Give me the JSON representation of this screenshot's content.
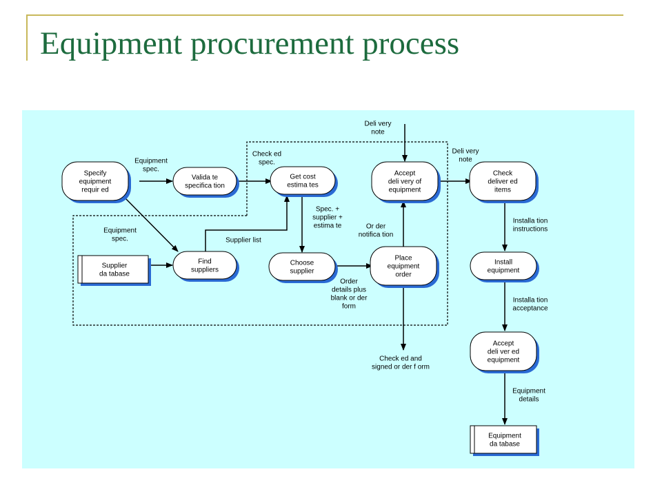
{
  "title": "Equipment procurement process",
  "colors": {
    "title": "#1d6b3e",
    "frame": "#c8b85a",
    "diagram_bg": "#ccffff",
    "node_fill": "#ffffff",
    "node_shadow": "#2a6ad4"
  },
  "processes": [
    {
      "id": "specify",
      "lines": [
        "Specify",
        "equipment",
        "requir ed"
      ]
    },
    {
      "id": "validate",
      "lines": [
        "Valida te",
        "specifica tion"
      ]
    },
    {
      "id": "get-cost",
      "lines": [
        "Get cost",
        "estima tes"
      ]
    },
    {
      "id": "accept-delivery",
      "lines": [
        "Accept",
        "deli very of",
        "equipment"
      ]
    },
    {
      "id": "check",
      "lines": [
        "Check",
        "deliver ed",
        "items"
      ]
    },
    {
      "id": "find",
      "lines": [
        "Find",
        "suppliers"
      ]
    },
    {
      "id": "choose",
      "lines": [
        "Choose",
        "supplier"
      ]
    },
    {
      "id": "place",
      "lines": [
        "Place",
        "equipment",
        "order"
      ]
    },
    {
      "id": "install",
      "lines": [
        "Install",
        "equipment"
      ]
    },
    {
      "id": "accept-delivered",
      "lines": [
        "Accept",
        "deli ver ed",
        "equipment"
      ]
    }
  ],
  "stores": [
    {
      "id": "supplier-db",
      "lines": [
        "Supplier",
        "da tabase"
      ]
    },
    {
      "id": "equipment-db",
      "lines": [
        "Equipment",
        "da tabase"
      ]
    }
  ],
  "flow_labels": [
    {
      "id": "equipment-spec-1",
      "lines": [
        "Equipment",
        "spec."
      ]
    },
    {
      "id": "checked-spec",
      "lines": [
        "Check ed",
        "spec."
      ]
    },
    {
      "id": "delivery-note-top",
      "lines": [
        "Deli very",
        "note"
      ]
    },
    {
      "id": "delivery-note-right",
      "lines": [
        "Deli very",
        "note"
      ]
    },
    {
      "id": "equipment-spec-2",
      "lines": [
        "Equipment",
        "spec."
      ]
    },
    {
      "id": "supplier-list",
      "lines": [
        "Supplier list"
      ]
    },
    {
      "id": "spec-supplier-estimate",
      "lines": [
        "Spec. +",
        "supplier +",
        "estima te"
      ]
    },
    {
      "id": "order-notification",
      "lines": [
        "Or der",
        "notifica tion"
      ]
    },
    {
      "id": "installation-instructions",
      "lines": [
        "Installa tion",
        "instructions"
      ]
    },
    {
      "id": "order-details",
      "lines": [
        "Order",
        "details plus",
        "blank or der",
        "form"
      ]
    },
    {
      "id": "installation-acceptance",
      "lines": [
        "Installa tion",
        "acceptance"
      ]
    },
    {
      "id": "checked-signed",
      "lines": [
        "Check ed and",
        "signed or der f orm"
      ]
    },
    {
      "id": "equipment-details",
      "lines": [
        "Equipment",
        "details"
      ]
    }
  ]
}
